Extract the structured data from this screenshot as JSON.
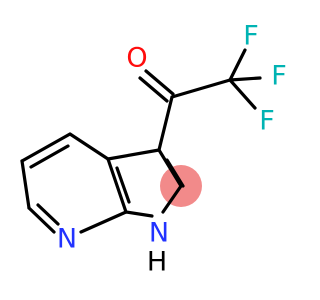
{
  "molecule": {
    "atoms": {
      "oxygen": "O",
      "fluorine_top": "F",
      "fluorine_right": "F",
      "fluorine_bottom": "F",
      "pyridine_nitrogen": "N",
      "pyrrole_nitrogen": "N",
      "pyrrole_hydrogen": "H"
    },
    "colors": {
      "bond": "#000000",
      "oxygen": "#ff0d0d",
      "fluorine": "#00b3b3",
      "nitrogen": "#2233ff",
      "hydrogen": "#000000",
      "highlight": "#f28a8a"
    }
  }
}
